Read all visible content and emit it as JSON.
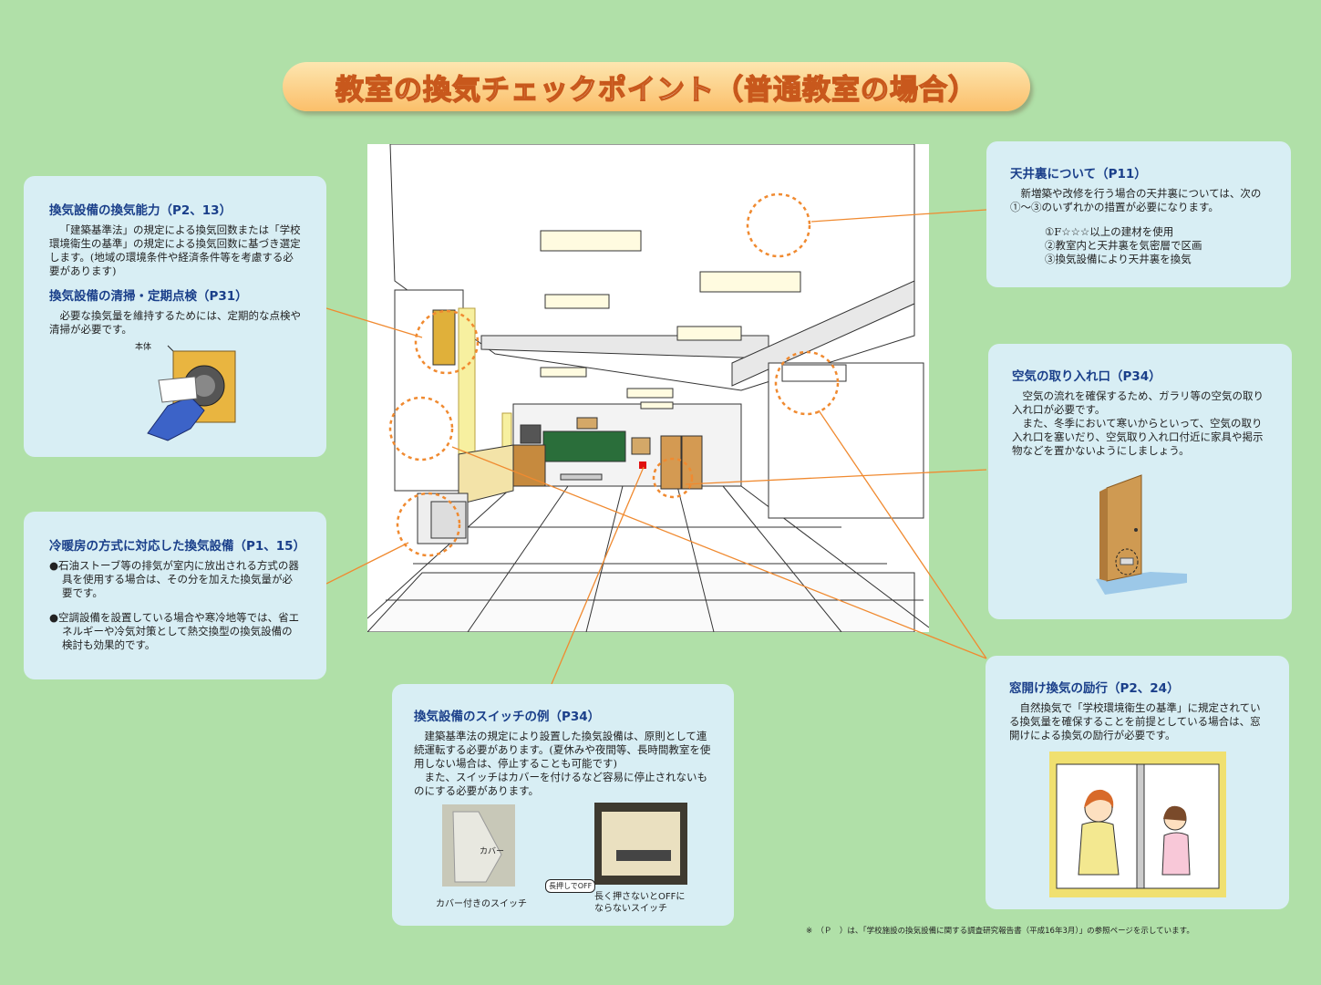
{
  "title": "教室の換気チェックポイント（普通教室の場合）",
  "card_capacity": {
    "heading1": "換気設備の換気能力（P2、13）",
    "text1": "「建築基準法」の規定による換気回数または「学校環境衛生の基準」の規定による換気回数に基づき選定します。(地域の環境条件や経済条件等を考慮する必要があります)",
    "heading2": "換気設備の清掃・定期点検（P31）",
    "text2": "必要な換気量を維持するためには、定期的な点検や清掃が必要です。",
    "fan_label": "本体"
  },
  "card_hvac": {
    "heading": "冷暖房の方式に対応した換気設備（P1、15）",
    "bullet1": "●石油ストーブ等の排気が室内に放出される方式の器具を使用する場合は、その分を加えた換気量が必要です。",
    "bullet2": "●空調設備を設置している場合や寒冷地等では、省エネルギーや冷気対策として熱交換型の換気設備の検討も効果的です。"
  },
  "card_switch": {
    "heading": "換気設備のスイッチの例（P34）",
    "text1": "建築基準法の規定により設置した換気設備は、原則として連続運転する必要があります。(夏休みや夜間等、長時間教室を使用しない場合は、停止することも可能です)",
    "text2": "また、スイッチはカバーを付けるなど容易に停止されないものにする必要があります。",
    "cover_label": "カバー",
    "caption1": "カバー付きのスイッチ",
    "press_label": "長押しでOFF",
    "caption2_line1": "長く押さないとOFFに",
    "caption2_line2": "ならないスイッチ"
  },
  "card_ceiling": {
    "heading": "天井裏について（P11）",
    "text": "新増築や改修を行う場合の天井裏については、次の①～③のいずれかの措置が必要になります。",
    "items": [
      "①F☆☆☆以上の建材を使用",
      "②教室内と天井裏を気密層で区画",
      "③換気設備により天井裏を換気"
    ]
  },
  "card_intake": {
    "heading": "空気の取り入れ口（P34）",
    "text1": "空気の流れを確保するため、ガラリ等の空気の取り入れ口が必要です。",
    "text2": "また、冬季において寒いからといって、空気の取り入れ口を塞いだり、空気取り入れ口付近に家具や掲示物などを置かないようにしましょう。"
  },
  "card_window": {
    "heading": "窓開け換気の励行（P2、24）",
    "text": "自然換気で「学校環境衛生の基準」に規定されている換気量を確保することを前提としている場合は、窓開けによる換気の励行が必要です。"
  },
  "footnote": "※　（Ｐ　）は、「学校施設の換気設備に関する調査研究報告書（平成16年3月）」の参照ページを示しています。",
  "colors": {
    "background": "#b0e0a8",
    "card": "#d8eef4",
    "heading": "#1a3f8a",
    "accent_line": "#f08a30"
  }
}
